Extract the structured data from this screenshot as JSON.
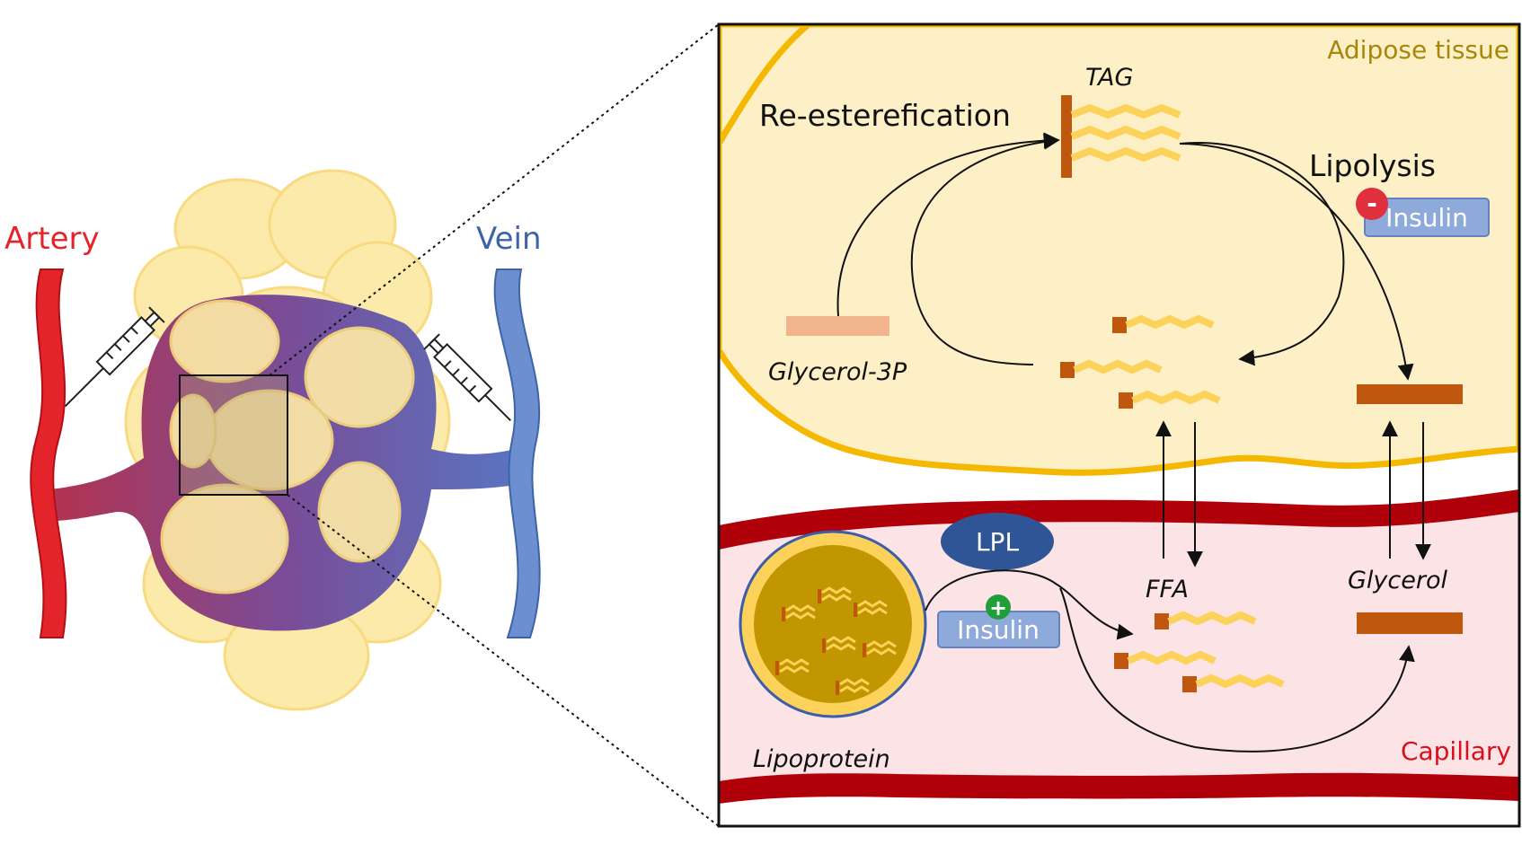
{
  "left_panel": {
    "artery_label": "Artery",
    "vein_label": "Vein",
    "artery_color": "#e3242b",
    "vein_color": "#6d8fd0"
  },
  "inset": {
    "adipose_label": "Adipose tissue",
    "capillary_label": "Capillary",
    "tag_label": "TAG",
    "reesterification_label": "Re-esterefication",
    "lipolysis_label": "Lipolysis",
    "insulin_inhibit_label": "Insulin",
    "insulin_inhibit_sign": "-",
    "glycerol3p_label": "Glycerol-3P",
    "lpl_label": "LPL",
    "insulin_activate_label": "Insulin",
    "insulin_activate_sign": "+",
    "ffa_label": "FFA",
    "glycerol_label": "Glycerol",
    "lipoprotein_label": "Lipoprotein"
  },
  "colors": {
    "adipose_fill": "#fdf0c6",
    "adipose_border": "#f5b800",
    "capillary_fill": "#fce4e6",
    "capillary_wall": "#b0000a",
    "lipid_head": "#c0570f",
    "lipid_tail": "#fcd25a",
    "insulin_box": "#8eaadb",
    "lpl_fill": "#2f5597",
    "inhibit": "#e0303d",
    "activate": "#1f9e3a"
  }
}
